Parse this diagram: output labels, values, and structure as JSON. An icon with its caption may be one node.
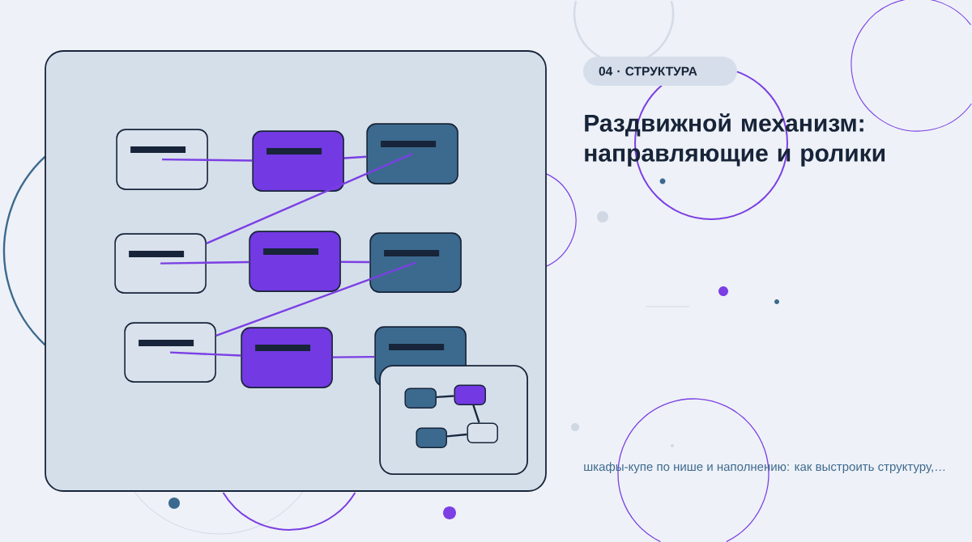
{
  "diagram": {
    "title": "Раздвижной механизм: направляющие и ролики",
    "nodes": [
      {
        "text": [],
        "shape": "box"
      },
      {
        "text": [],
        "shape": "box",
        "in": 0
      },
      {
        "text": [],
        "shape": "box",
        "in": 0
      },
      {
        "text": [],
        "shape": "box",
        "in": 0
      },
      {
        "text": [],
        "shape": "box",
        "in": 0
      },
      {
        "text": [],
        "shape": "box",
        "in": 0
      },
      {
        "text": [],
        "shape": "box",
        "in": 0
      },
      {
        "text": [],
        "shape": "box",
        "in": 0
      },
      {
        "text": [],
        "shape": "box",
        "in": 0
      },
      {
        "text": [],
        "shape": "box",
        "in": 0
      },
      {
        "text": [],
        "shape": "box",
        "in": 0
      },
      {
        "text": [],
        "shape": "box",
        "in": 10
      },
      {
        "text": [],
        "shape": "box",
        "in": 10
      },
      {
        "text": [],
        "shape": "box",
        "in": 10
      },
      {
        "text": [],
        "shape": "box",
        "in": 10
      },
      {
        "text": [
          "04 · СТРУКТУРА"
        ]
      }
    ],
    "edges": [
      {
        "from": 1,
        "to": 2,
        "arrow": "none"
      },
      {
        "from": 2,
        "to": 3,
        "arrow": "none"
      },
      {
        "from": 3,
        "to": 4,
        "arrow": "none"
      },
      {
        "from": 4,
        "to": 5,
        "arrow": "none"
      },
      {
        "from": 5,
        "to": 6,
        "arrow": "none"
      },
      {
        "from": 6,
        "to": 7,
        "arrow": "none"
      },
      {
        "from": 7,
        "to": 8,
        "arrow": "none"
      },
      {
        "from": 8,
        "to": 9,
        "arrow": "none"
      },
      {
        "from": 11,
        "to": 12,
        "arrow": "none",
        "color": "#1a2a40"
      },
      {
        "from": 12,
        "to": 14,
        "arrow": "none",
        "color": "#1a2a40"
      },
      {
        "from": 13,
        "to": 14,
        "arrow": "none",
        "color": "#1a2a40"
      }
    ],
    "labels": [
      "шкафы-купе по нише и наполнению: как выстроить структуру,…"
    ]
  }
}
